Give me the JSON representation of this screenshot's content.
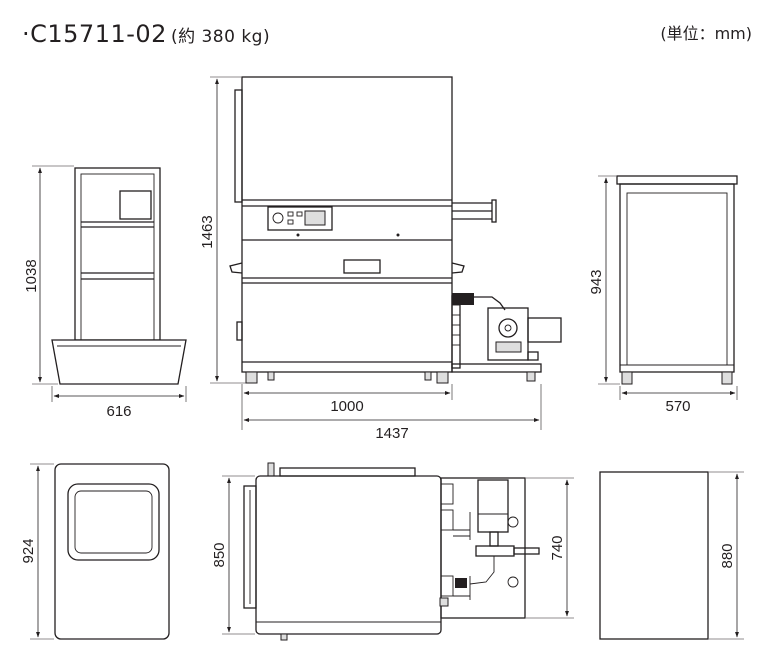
{
  "header": {
    "model": "·C15711-02",
    "weight": "(約 380 kg)",
    "unit": "(単位：mm)"
  },
  "views": {
    "side_left": {
      "height": "1038",
      "width": "616"
    },
    "front": {
      "height": "1463",
      "body_width": "1000",
      "total_width": "1437"
    },
    "side_right": {
      "height": "943",
      "width": "570"
    },
    "bottom_left": {
      "depth": "924"
    },
    "top": {
      "depth_main": "850",
      "depth_aux": "740"
    },
    "bottom_right": {
      "depth": "880"
    }
  }
}
